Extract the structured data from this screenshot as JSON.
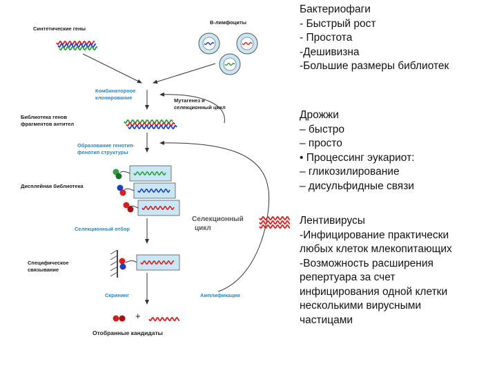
{
  "diagram": {
    "synthetic_genes": "Синтетические гены",
    "b_lymphocytes": "B-лимфоциты",
    "combinatorial_1": "Комбинаторное",
    "combinatorial_2": "клонирование",
    "mutagenesis_1": "Мутагенез и",
    "mutagenesis_2": "селекционный цикл",
    "gene_library_1": "Библиотека генов",
    "gene_library_2": "фрагментов антител",
    "genotype_1": "Образование генотип-",
    "genotype_2": "фенотип структуры",
    "display_library": "Дисплейная библиотека",
    "selection_cycle_1": "Селекционный",
    "selection_cycle_2": "цикл",
    "selection": "Селекционный отбор",
    "specific_1": "Специфическое",
    "specific_2": "связывание",
    "screening": "Скрининг",
    "amplification": "Амплификация",
    "plus": "+",
    "selected_candidates": "Отобранные кандидаты"
  },
  "blocks": [
    {
      "lines": [
        "Бактериофаги",
        "- Быстрый рост",
        "- Простота",
        "-Дешивизна",
        "-Большие размеры библиотек"
      ]
    },
    {
      "lines": [
        "Дрожжи",
        "– быстро",
        "– просто",
        "• Процессинг эукариот:",
        "– гликозилирование",
        "– дисульфидные связи"
      ]
    },
    {
      "lines": [
        "Лентивирусы",
        "-Инфицирование  практически",
        "любых клеток млекопитающих",
        "-Возможность расширения",
        "репертуара за счет",
        "инфицирования одной клетки",
        "несколькими вирусными",
        "частицами"
      ]
    }
  ],
  "colors": {
    "blue": "#1f3fbf",
    "red": "#d81e1e",
    "green": "#2e9e3e",
    "text_blue": "#2e86c1"
  }
}
